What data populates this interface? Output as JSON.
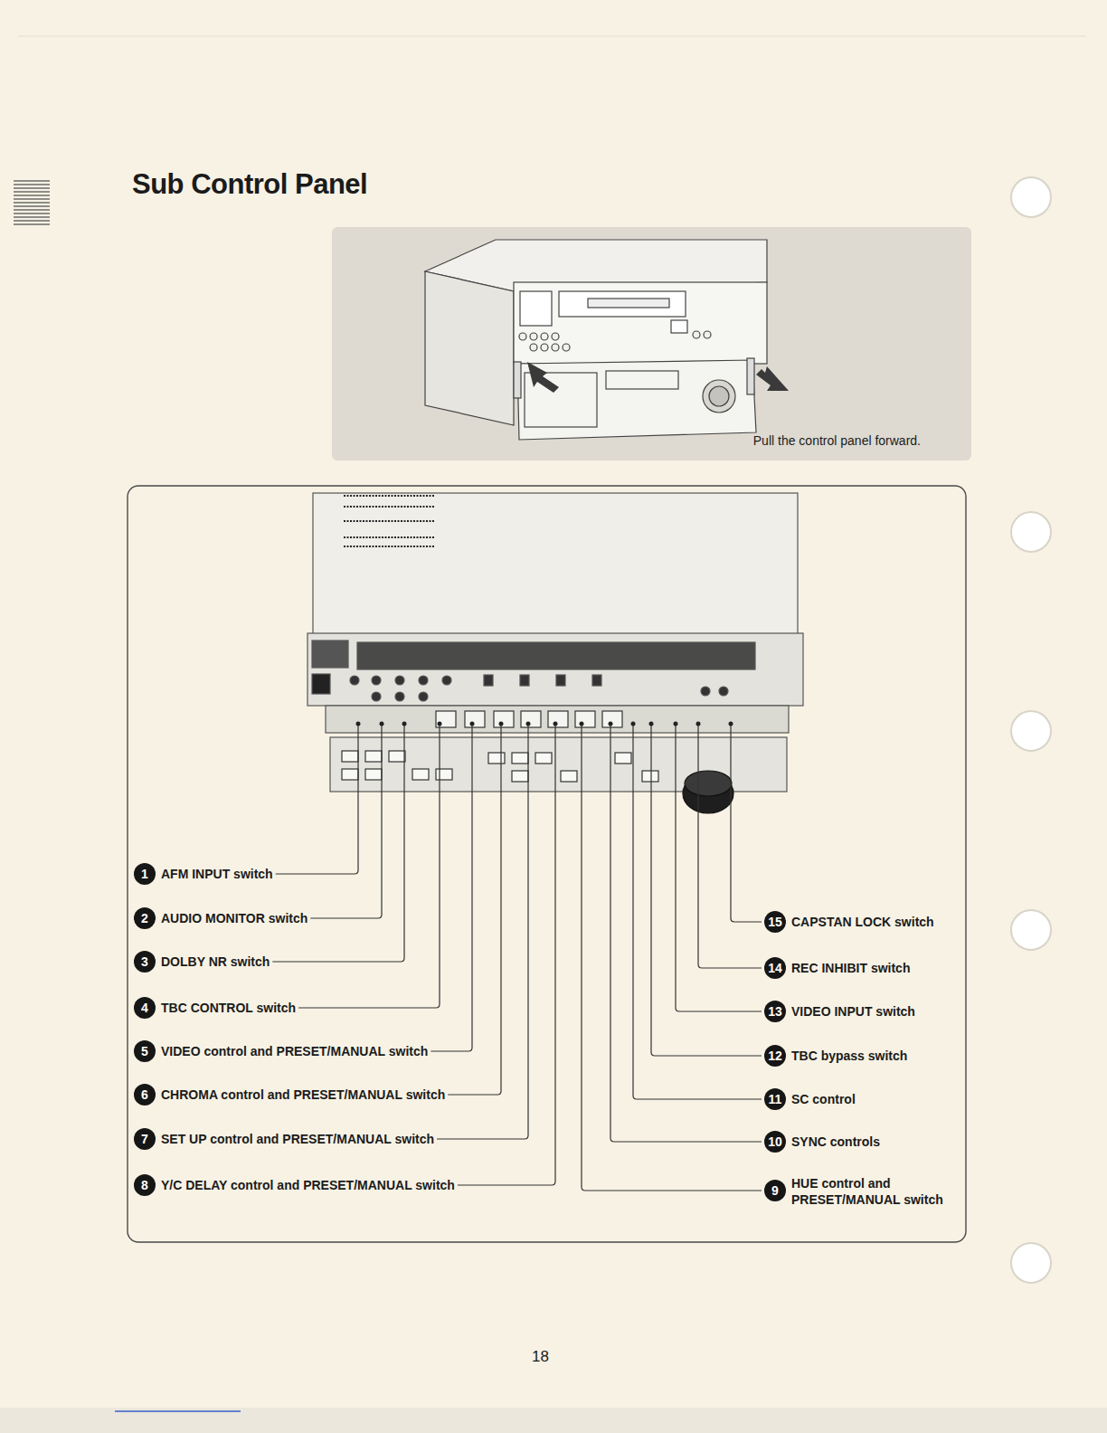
{
  "diagram": {
    "title": "Sub Control Panel",
    "nodes": [
      {
        "text": [
          "Pull the control panel forward."
        ]
      }
    ],
    "labels": [
      "1",
      "AFM INPUT switch",
      "2",
      "AUDIO MONITOR switch",
      "3",
      "DOLBY NR switch",
      "4",
      "TBC CONTROL switch",
      "5",
      "VIDEO control and PRESET/MANUAL switch",
      "6",
      "CHROMA control and PRESET/MANUAL switch",
      "7",
      "SET UP control and PRESET/MANUAL switch",
      "8",
      "Y/C DELAY control and PRESET/MANUAL switch",
      "9",
      "HUE control and PRESET/MANUAL switch",
      "10",
      "SYNC controls",
      "11",
      "SC control",
      "12",
      "TBC bypass switch",
      "13",
      "VIDEO INPUT switch",
      "14",
      "REC INHIBIT switch",
      "15",
      "CAPSTAN LOCK switch",
      "18"
    ]
  }
}
